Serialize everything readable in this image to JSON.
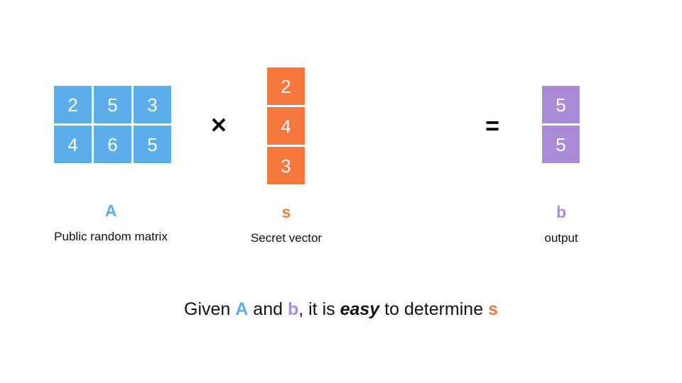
{
  "slide": {
    "background_color": "#ffffff",
    "colors": {
      "matrix_blue": "#5BAEE8",
      "secret_orange": "#F4793F",
      "output_purple": "#A98BD8",
      "text_black": "#111111"
    }
  },
  "matrix_a": {
    "name": "A",
    "rows": [
      [
        "2",
        "5",
        "3"
      ],
      [
        "4",
        "6",
        "5"
      ]
    ],
    "caption_symbol": "A",
    "caption_text": "Public random matrix"
  },
  "operator_times": {
    "glyph": "✕",
    "icon_name": "multiply-icon"
  },
  "vector_s": {
    "name": "s",
    "values": [
      "2",
      "4",
      "3"
    ],
    "caption_symbol": "s",
    "caption_text": "Secret vector"
  },
  "operator_equals": {
    "glyph": "=",
    "icon_name": "equals-icon"
  },
  "vector_b": {
    "name": "b",
    "values": [
      "5",
      "5"
    ],
    "caption_symbol": "b",
    "caption_text": "output"
  },
  "bottom_statement": {
    "full_text": "Given A and b, it is easy to determine s",
    "part1": "Given ",
    "sym_a": "A",
    "part2": " and ",
    "sym_b": "b",
    "part3": ", it is ",
    "emphasis": "easy",
    "part4": " to determine ",
    "sym_s": "s"
  }
}
